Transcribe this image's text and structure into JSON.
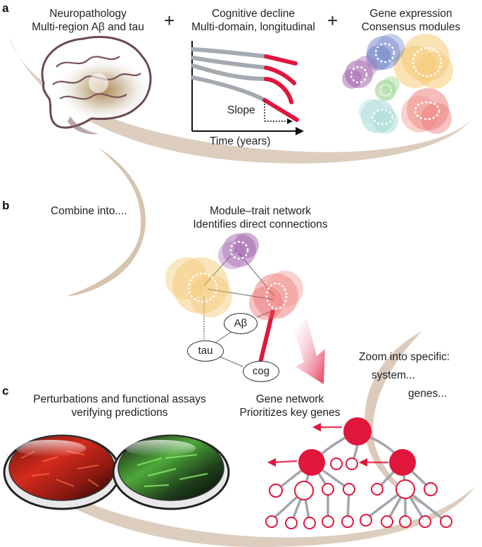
{
  "panels": {
    "a": "a",
    "b": "b",
    "c": "c"
  },
  "row_a": {
    "neuropathology": {
      "line1": "Neuropathology",
      "line2": "Multi-region Aβ and tau"
    },
    "cognitive": {
      "line1": "Cognitive decline",
      "line2": "Multi-domain, longitudinal"
    },
    "gene_expression": {
      "line1": "Gene expression",
      "line2": "Consensus modules"
    },
    "plus": "+",
    "slope_label": "Slope",
    "time_label": "Time (years)"
  },
  "row_b": {
    "combine": "Combine into....",
    "title": {
      "line1": "Module–trait network",
      "line2": "Identifies direct connections"
    },
    "nodes": {
      "abeta": "Aβ",
      "tau": "tau",
      "cog": "cog"
    }
  },
  "zoom": {
    "line1": "Zoom into specific:",
    "line2": "system...",
    "line3": "genes..."
  },
  "row_c": {
    "perturb": {
      "line1": "Perturbations and functional assays",
      "line2": "verifying predictions"
    },
    "gene_net": {
      "line1": "Gene network",
      "line2": "Prioritizes key genes"
    }
  },
  "colors": {
    "red": "#e0163c",
    "grey": "#9aa0a6",
    "swoosh": "#cdb8a4",
    "yellow": "#f0b440",
    "purple": "#8a3c98",
    "blue": "#3a57b5",
    "green": "#72c060",
    "teal": "#7fcac4",
    "coral": "#e84c4c"
  }
}
